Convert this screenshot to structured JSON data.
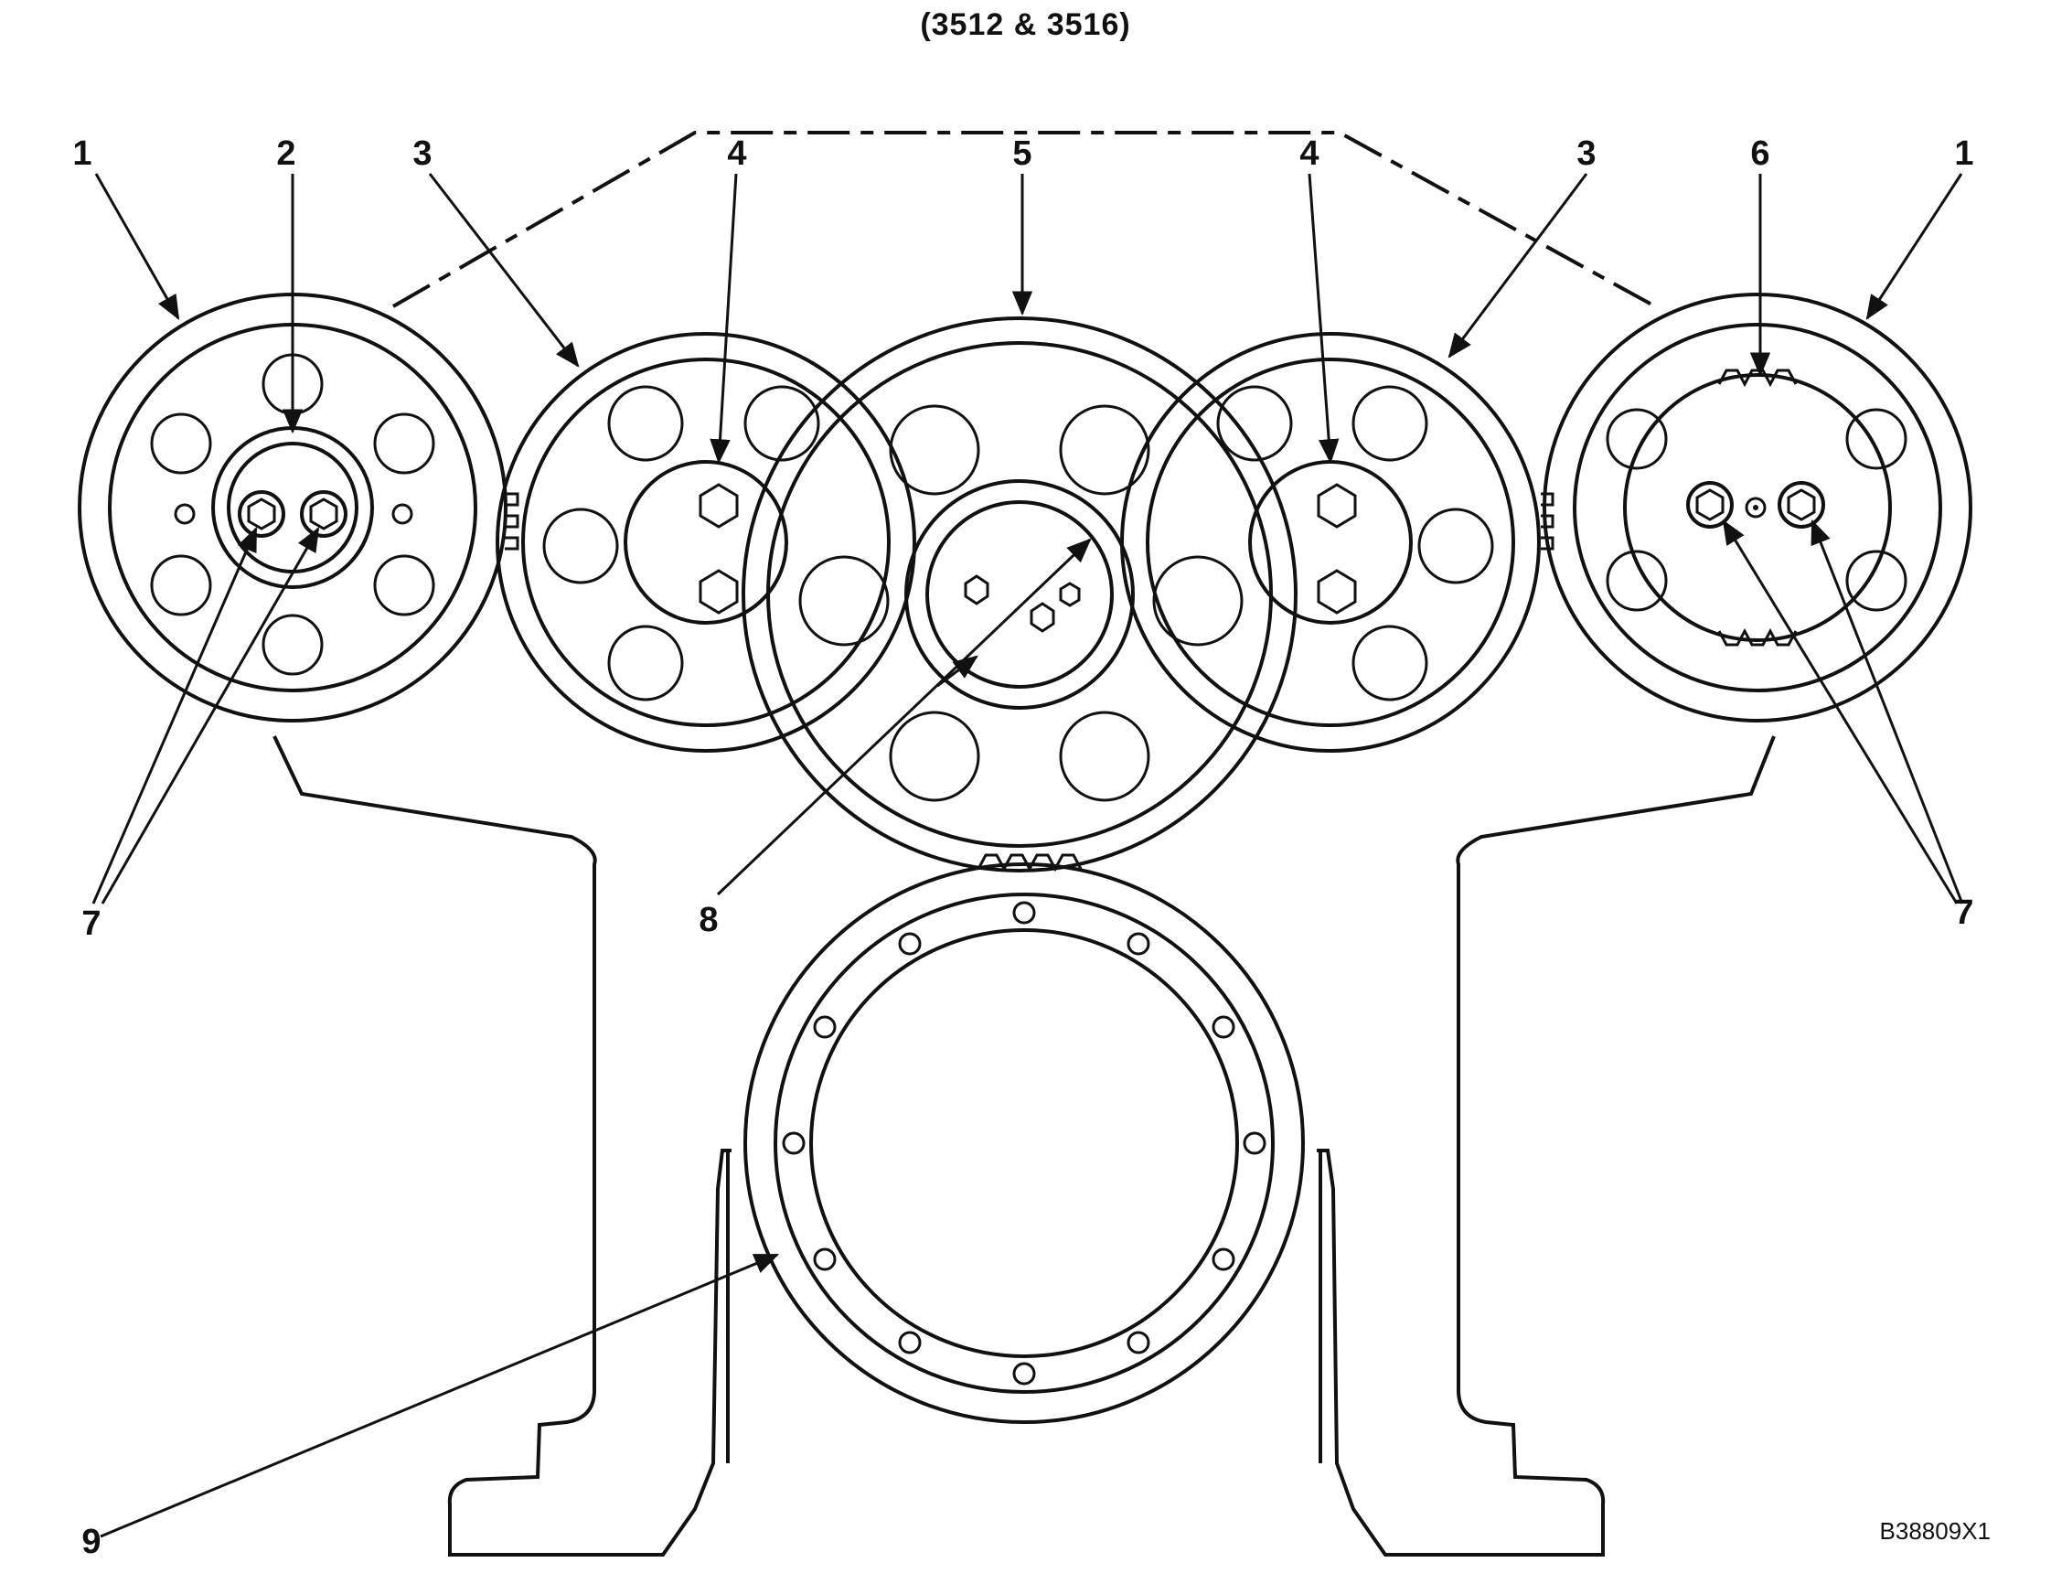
{
  "header": {
    "title": "(3512 & 3516)"
  },
  "footer": {
    "figure_id": "B38809X1"
  },
  "callouts": {
    "c1_left": "1",
    "c2": "2",
    "c3_left": "3",
    "c4_left": "4",
    "c5": "5",
    "c4_right": "4",
    "c3_right": "3",
    "c6": "6",
    "c1_right": "1",
    "c7_left": "7",
    "c8": "8",
    "c7_right": "7",
    "c9": "9"
  },
  "colors": {
    "line": "#111111",
    "background": "#ffffff"
  }
}
